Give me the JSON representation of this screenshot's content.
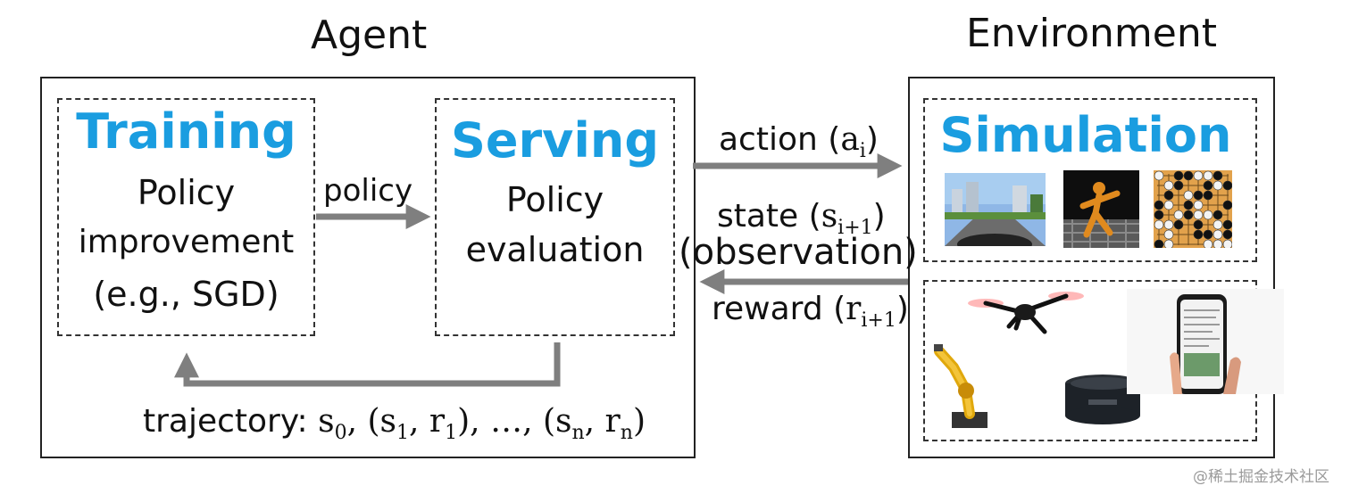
{
  "agent": {
    "title": "Agent",
    "training": {
      "heading": "Training",
      "lines": [
        "Policy",
        "improvement",
        "(e.g., SGD)"
      ]
    },
    "serving": {
      "heading": "Serving",
      "lines": [
        "Policy",
        "evaluation"
      ]
    },
    "policy_arrow_label": "policy",
    "trajectory": {
      "prefix": "trajectory:",
      "formula": "s0, (s1, r1), …, (sn, rn)"
    }
  },
  "environment": {
    "title": "Environment",
    "simulation_heading": "Simulation"
  },
  "edges": {
    "action": "action (ai)",
    "state": "state (si+1)",
    "observation": "(observation)",
    "reward": "reward (ri+1)"
  },
  "watermark": "@稀土掘金技术社区",
  "colors": {
    "accent": "#1a9de0",
    "arrow": "#7f7f7f"
  }
}
